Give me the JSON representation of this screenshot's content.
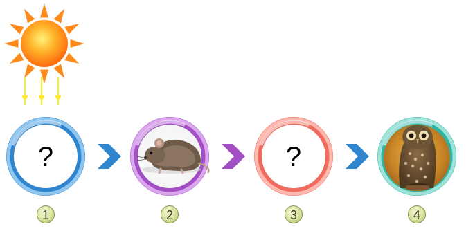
{
  "stages": [
    {
      "number": "1",
      "label": "?",
      "content": "question",
      "color": "#2f86cf",
      "color_light": "#8fc7f0"
    },
    {
      "number": "2",
      "label": "",
      "content": "mouse-image",
      "color": "#a24fc4",
      "color_light": "#dba6ee"
    },
    {
      "number": "3",
      "label": "?",
      "content": "question",
      "color": "#ee6b5e",
      "color_light": "#ffb7ae"
    },
    {
      "number": "4",
      "label": "",
      "content": "owl-image",
      "color": "#2fb3a5",
      "color_light": "#9ee3da"
    }
  ],
  "arrows": [
    {
      "color": "#2f86cf"
    },
    {
      "color": "#a24fc4"
    },
    {
      "color": "#2f86cf"
    }
  ],
  "sun": {
    "color": "#ff8a1c",
    "ray_color": "#ffec2a"
  }
}
